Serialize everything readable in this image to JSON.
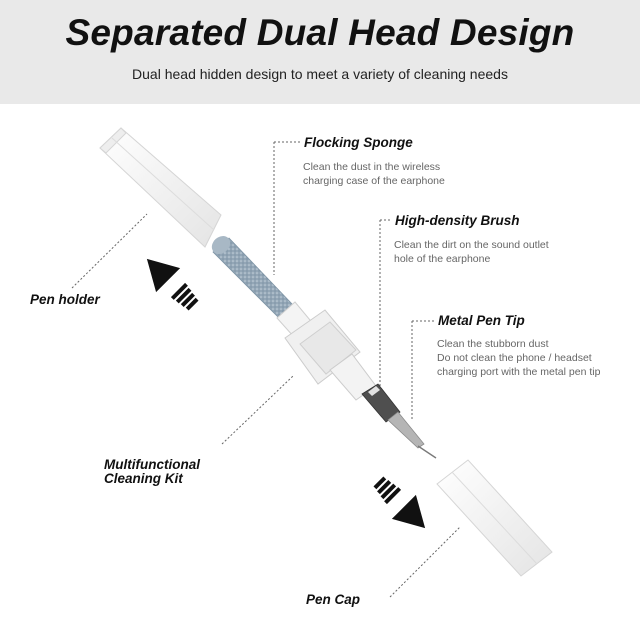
{
  "header": {
    "title": "Separated Dual Head Design",
    "subtitle": "Dual head hidden design to meet a variety of cleaning needs"
  },
  "callouts": {
    "flocking_sponge": {
      "title": "Flocking Sponge",
      "desc_line1": "Clean the dust in the wireless",
      "desc_line2": "charging case of the earphone"
    },
    "brush": {
      "title": "High-density Brush",
      "desc_line1": "Clean the dirt on the sound outlet",
      "desc_line2": "hole of the earphone"
    },
    "metal_tip": {
      "title": "Metal Pen Tip",
      "desc_line1": "Clean the stubborn dust",
      "desc_line2": "Do not clean the phone / headset",
      "desc_line3": "charging port with the metal pen tip"
    }
  },
  "labels": {
    "pen_holder": "Pen holder",
    "kit_line1": "Multifunctional",
    "kit_line2": "Cleaning Kit",
    "pen_cap": "Pen Cap"
  },
  "colors": {
    "banner": "#e9e9e9",
    "plastic": "#f2f2f2",
    "sponge": "#8fa4b5",
    "dark_brush": "#555555"
  },
  "icons": [
    "arrow-up-left-icon",
    "arrow-down-right-icon"
  ]
}
